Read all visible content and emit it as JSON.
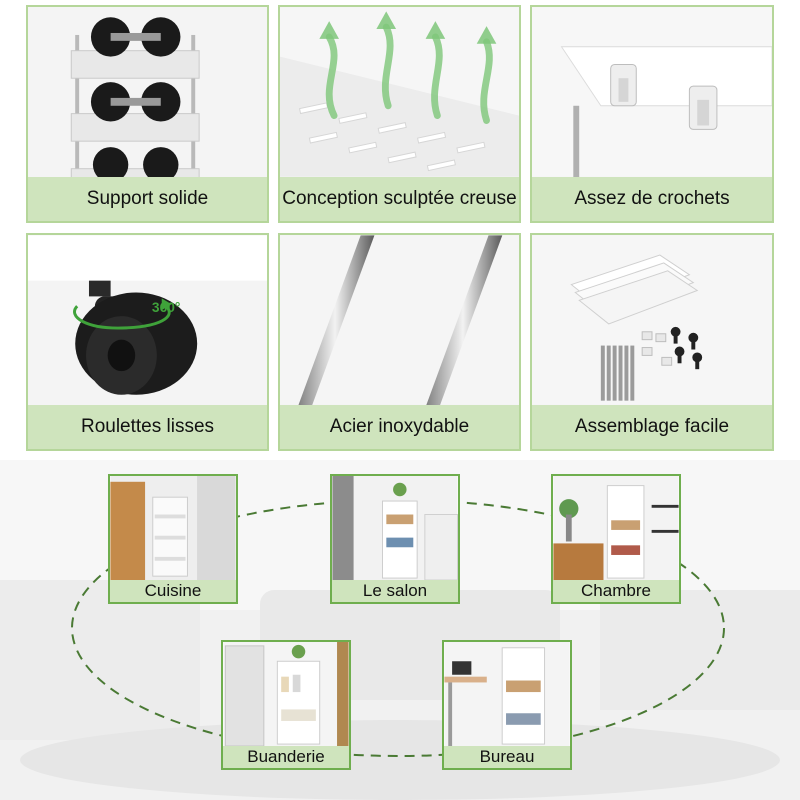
{
  "features": [
    {
      "label": "Support solide",
      "icon": "dumbbell-shelf-icon"
    },
    {
      "label": "Conception sculptée creuse",
      "icon": "hollow-shelf-icon"
    },
    {
      "label": "Assez de crochets",
      "icon": "hook-icon"
    },
    {
      "label": "Roulettes lisses",
      "icon": "caster-wheel-icon"
    },
    {
      "label": "Acier inoxydable",
      "icon": "steel-rod-icon"
    },
    {
      "label": "Assemblage facile",
      "icon": "assembly-parts-icon"
    }
  ],
  "wheel_badge": "360°",
  "rooms": [
    {
      "label": "Cuisine"
    },
    {
      "label": "Le salon"
    },
    {
      "label": "Chambre"
    },
    {
      "label": "Buanderie"
    },
    {
      "label": "Bureau"
    }
  ],
  "colors": {
    "tile_border": "#b5d69a",
    "caption_bg": "#cfe4bd",
    "room_border": "#6fae4e",
    "dashed_ring": "#4a7a34",
    "arrow_green": "#7fc77a"
  }
}
